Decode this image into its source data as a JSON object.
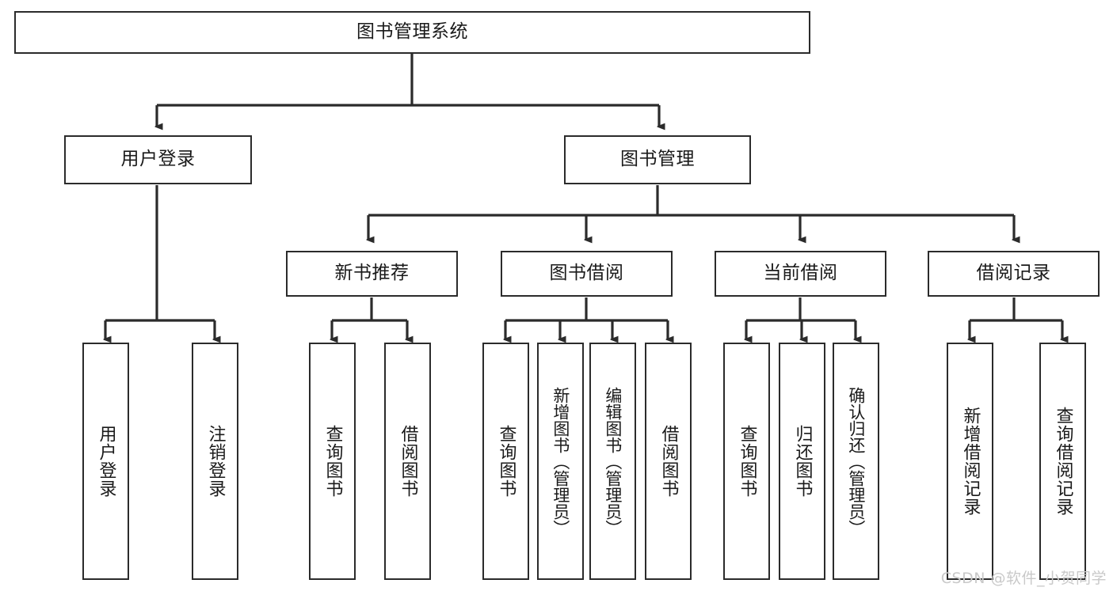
{
  "diagram": {
    "title": "图书管理系统",
    "type": "tree-hierarchy-diagram",
    "colors": {
      "stroke": "#2b2b2b",
      "fill": "#ffffff",
      "text": "#1a1a1a",
      "watermark": "#c9c9c9"
    },
    "root": {
      "label": "图书管理系统"
    },
    "level2": [
      {
        "label": "用户登录"
      },
      {
        "label": "图书管理"
      }
    ],
    "level3": [
      {
        "label": "新书推荐"
      },
      {
        "label": "图书借阅"
      },
      {
        "label": "当前借阅"
      },
      {
        "label": "借阅记录"
      }
    ],
    "leaves": {
      "user_login": [
        {
          "label": "用户登录"
        },
        {
          "label": "注销登录"
        }
      ],
      "new_book_recommend": [
        {
          "label": "查询图书"
        },
        {
          "label": "借阅图书"
        }
      ],
      "book_borrow": [
        {
          "label": "查询图书"
        },
        {
          "label": "新增图书（管理员）"
        },
        {
          "label": "编辑图书（管理员）"
        },
        {
          "label": "借阅图书"
        }
      ],
      "current_borrow": [
        {
          "label": "查询图书"
        },
        {
          "label": "归还图书"
        },
        {
          "label": "确认归还（管理员）"
        }
      ],
      "borrow_record": [
        {
          "label": "新增借阅记录"
        },
        {
          "label": "查询借阅记录"
        }
      ]
    }
  },
  "watermark": {
    "text": "CSDN @软件_小贺同学"
  }
}
